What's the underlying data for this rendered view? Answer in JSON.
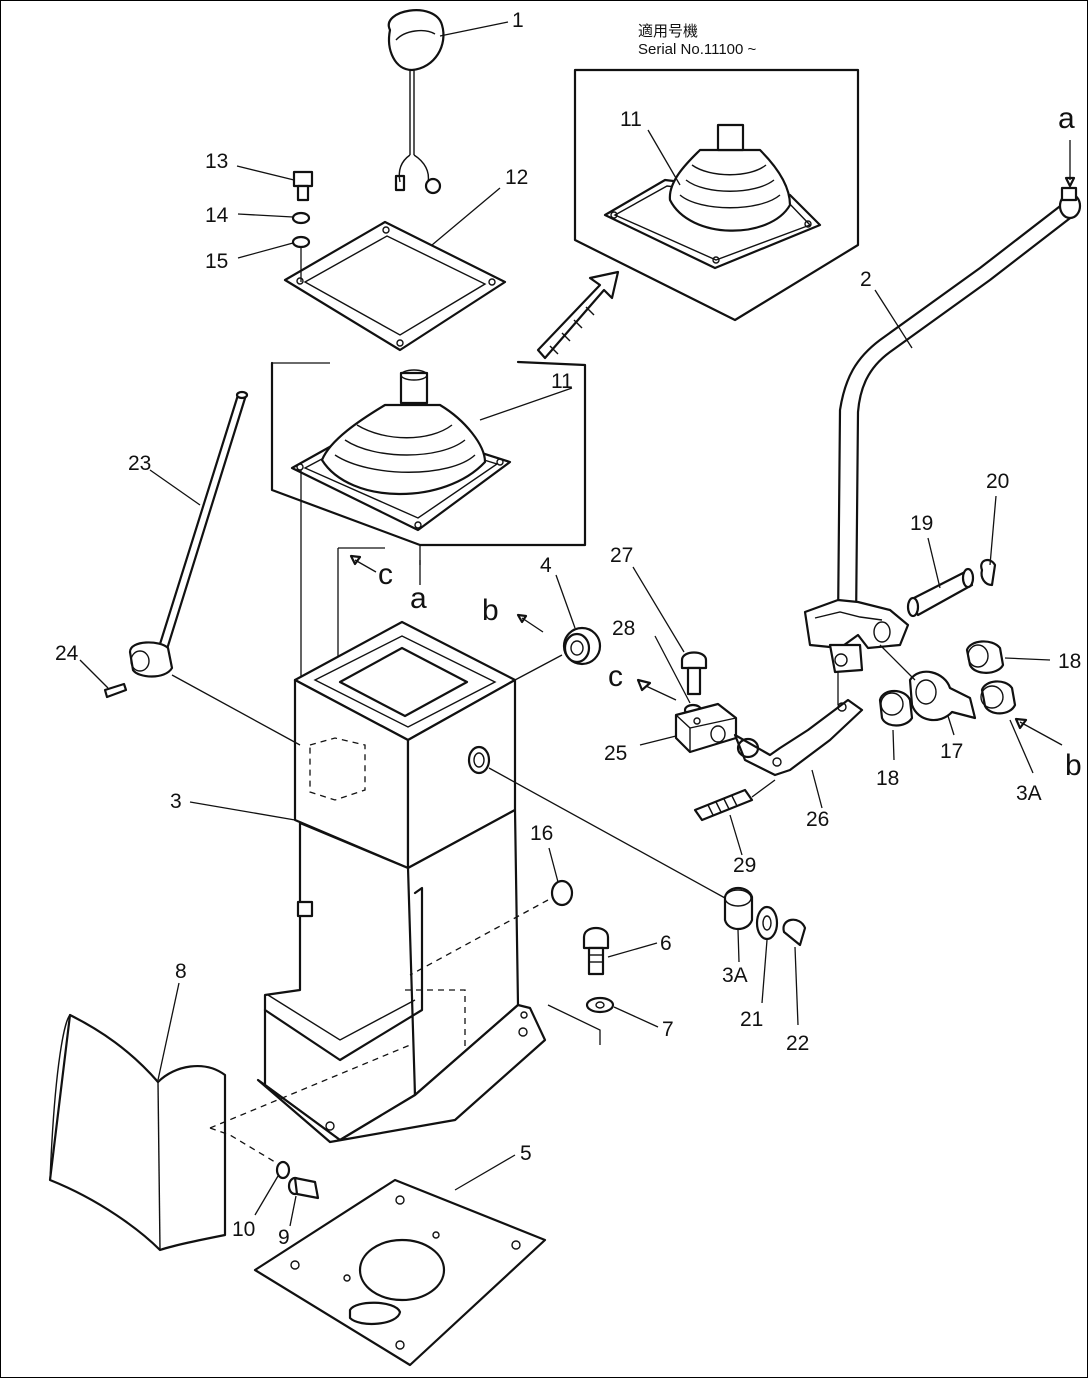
{
  "serial_note": {
    "line1": "適用号機",
    "line2": "Serial No.11100 ~"
  },
  "labels": {
    "p1": "1",
    "p2": "2",
    "p3": "3",
    "p3a_1": "3A",
    "p3a_2": "3A",
    "p4": "4",
    "p5": "5",
    "p6": "6",
    "p7": "7",
    "p8": "8",
    "p9": "9",
    "p10": "10",
    "p11_top": "11",
    "p11": "11",
    "p12": "12",
    "p13": "13",
    "p14": "14",
    "p15": "15",
    "p16": "16",
    "p17": "17",
    "p18_1": "18",
    "p18_2": "18",
    "p19": "19",
    "p20": "20",
    "p21": "21",
    "p22": "22",
    "p23": "23",
    "p24": "24",
    "p25": "25",
    "p26": "26",
    "p27": "27",
    "p28": "28",
    "p29": "29"
  },
  "refs": {
    "a_top": "a",
    "a_mid": "a",
    "b_left": "b",
    "b_right": "b",
    "c_left": "c",
    "c_mid": "c"
  }
}
